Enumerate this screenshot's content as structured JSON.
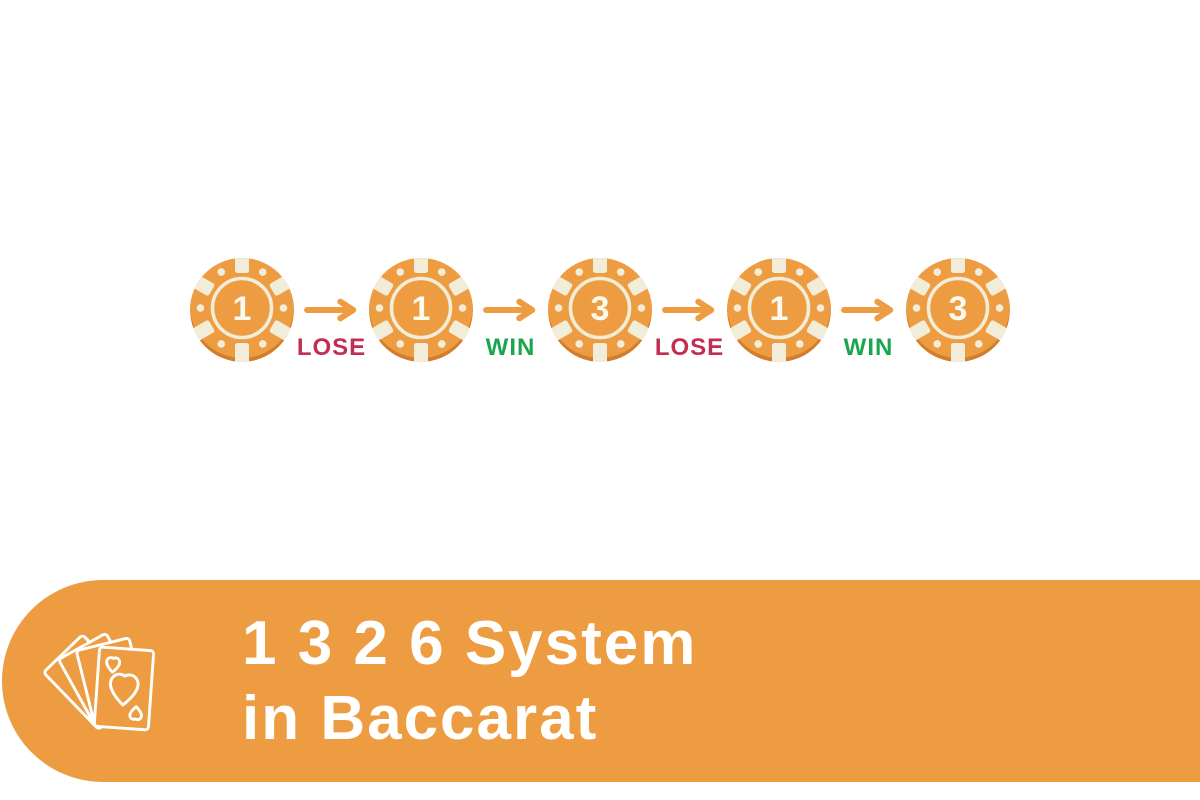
{
  "banner": {
    "title_line1": "1 3 2 6 System",
    "title_line2": "in Baccarat",
    "icon": "playing-cards-icon"
  },
  "sequence": {
    "chips": [
      {
        "value": "1"
      },
      {
        "value": "1"
      },
      {
        "value": "3"
      },
      {
        "value": "1"
      },
      {
        "value": "3"
      }
    ],
    "transitions": [
      {
        "label": "LOSE",
        "type": "lose"
      },
      {
        "label": "WIN",
        "type": "win"
      },
      {
        "label": "LOSE",
        "type": "lose"
      },
      {
        "label": "WIN",
        "type": "win"
      }
    ],
    "arrow_icon": "arrow-right-icon"
  },
  "colors": {
    "orange": "#EE9C41",
    "orange_dark": "#D07E2B",
    "cream": "#F2EDD8",
    "chip_number": "#FCFAEF",
    "lose_red": "#C22D51",
    "win_green": "#1AA64E",
    "title_white": "#FFFFFF",
    "background": "#FFFFFF"
  }
}
